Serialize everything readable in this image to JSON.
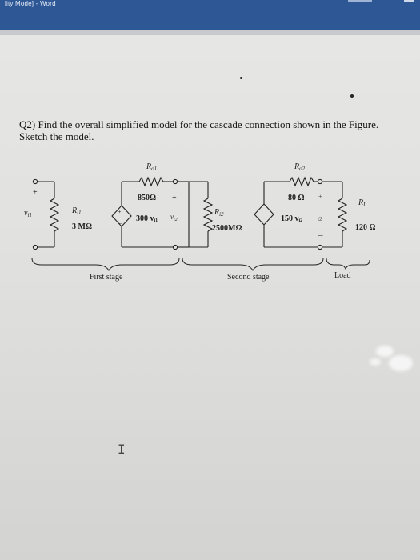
{
  "window": {
    "title": "lity Mode]  -  Word"
  },
  "question": {
    "text": "Q2) Find the overall simplified model for the cascade connection shown in the Figure. Sketch the model."
  },
  "circuit": {
    "stage1": {
      "input_voltage": "v",
      "input_voltage_sub": "i1",
      "ri": "R",
      "ri_sub": "i1",
      "ri_value": "3 MΩ",
      "ro": "R",
      "ro_sub": "o1",
      "ro_value": "850Ω",
      "gain": "300 v",
      "gain_sub": "i1",
      "out_voltage": "v",
      "out_voltage_sub": "i2",
      "label": "First stage"
    },
    "stage2": {
      "ri": "R",
      "ri_sub": "i2",
      "ri_value": "2500MΩ",
      "ro": "R",
      "ro_sub": "o2",
      "ro_value": "80 Ω",
      "gain": "150 v",
      "gain_sub": "i2",
      "out_voltage_sub": "i2",
      "label": "Second stage"
    },
    "load": {
      "rl": "R",
      "rl_sub": "L",
      "rl_value": "120 Ω",
      "label": "Load"
    },
    "signs": {
      "plus": "+",
      "minus": "–"
    }
  },
  "cursor": {
    "glyph": "I"
  }
}
